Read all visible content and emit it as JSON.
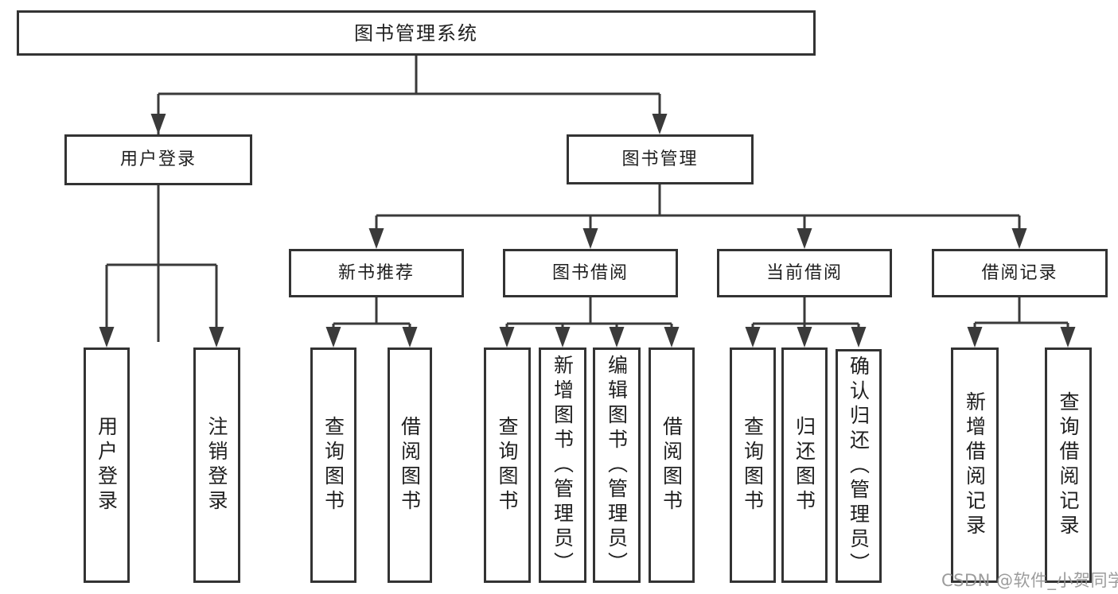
{
  "diagram": {
    "type": "hierarchy-tree",
    "title": "图书管理系统",
    "nodes": {
      "root": {
        "label": "图书管理系统"
      },
      "level2": [
        {
          "label": "用户登录"
        },
        {
          "label": "图书管理"
        }
      ],
      "level3": [
        {
          "label": "新书推荐",
          "parent": "图书管理"
        },
        {
          "label": "图书借阅",
          "parent": "图书管理"
        },
        {
          "label": "当前借阅",
          "parent": "图书管理"
        },
        {
          "label": "借阅记录",
          "parent": "图书管理"
        }
      ],
      "leaves": [
        {
          "label": "用户登录",
          "parent": "用户登录"
        },
        {
          "label": "注销登录",
          "parent": "用户登录"
        },
        {
          "label": "查询图书",
          "parent": "新书推荐"
        },
        {
          "label": "借阅图书",
          "parent": "新书推荐"
        },
        {
          "label": "查询图书",
          "parent": "图书借阅"
        },
        {
          "label": "新增图书（管理员）",
          "parent": "图书借阅"
        },
        {
          "label": "编辑图书（管理员）",
          "parent": "图书借阅"
        },
        {
          "label": "借阅图书",
          "parent": "图书借阅"
        },
        {
          "label": "查询图书",
          "parent": "当前借阅"
        },
        {
          "label": "归还图书",
          "parent": "当前借阅"
        },
        {
          "label": "确认归还（管理员）",
          "parent": "当前借阅"
        },
        {
          "label": "新增借阅记录",
          "parent": "借阅记录"
        },
        {
          "label": "查询借阅记录",
          "parent": "借阅记录"
        }
      ]
    },
    "colors": {
      "line": "#3a3a3a",
      "box_border": "#333333",
      "text": "#1f1f1f",
      "background": "#ffffff",
      "watermark": "#949494"
    },
    "watermark": "CSDN @软件_小贺同学"
  }
}
